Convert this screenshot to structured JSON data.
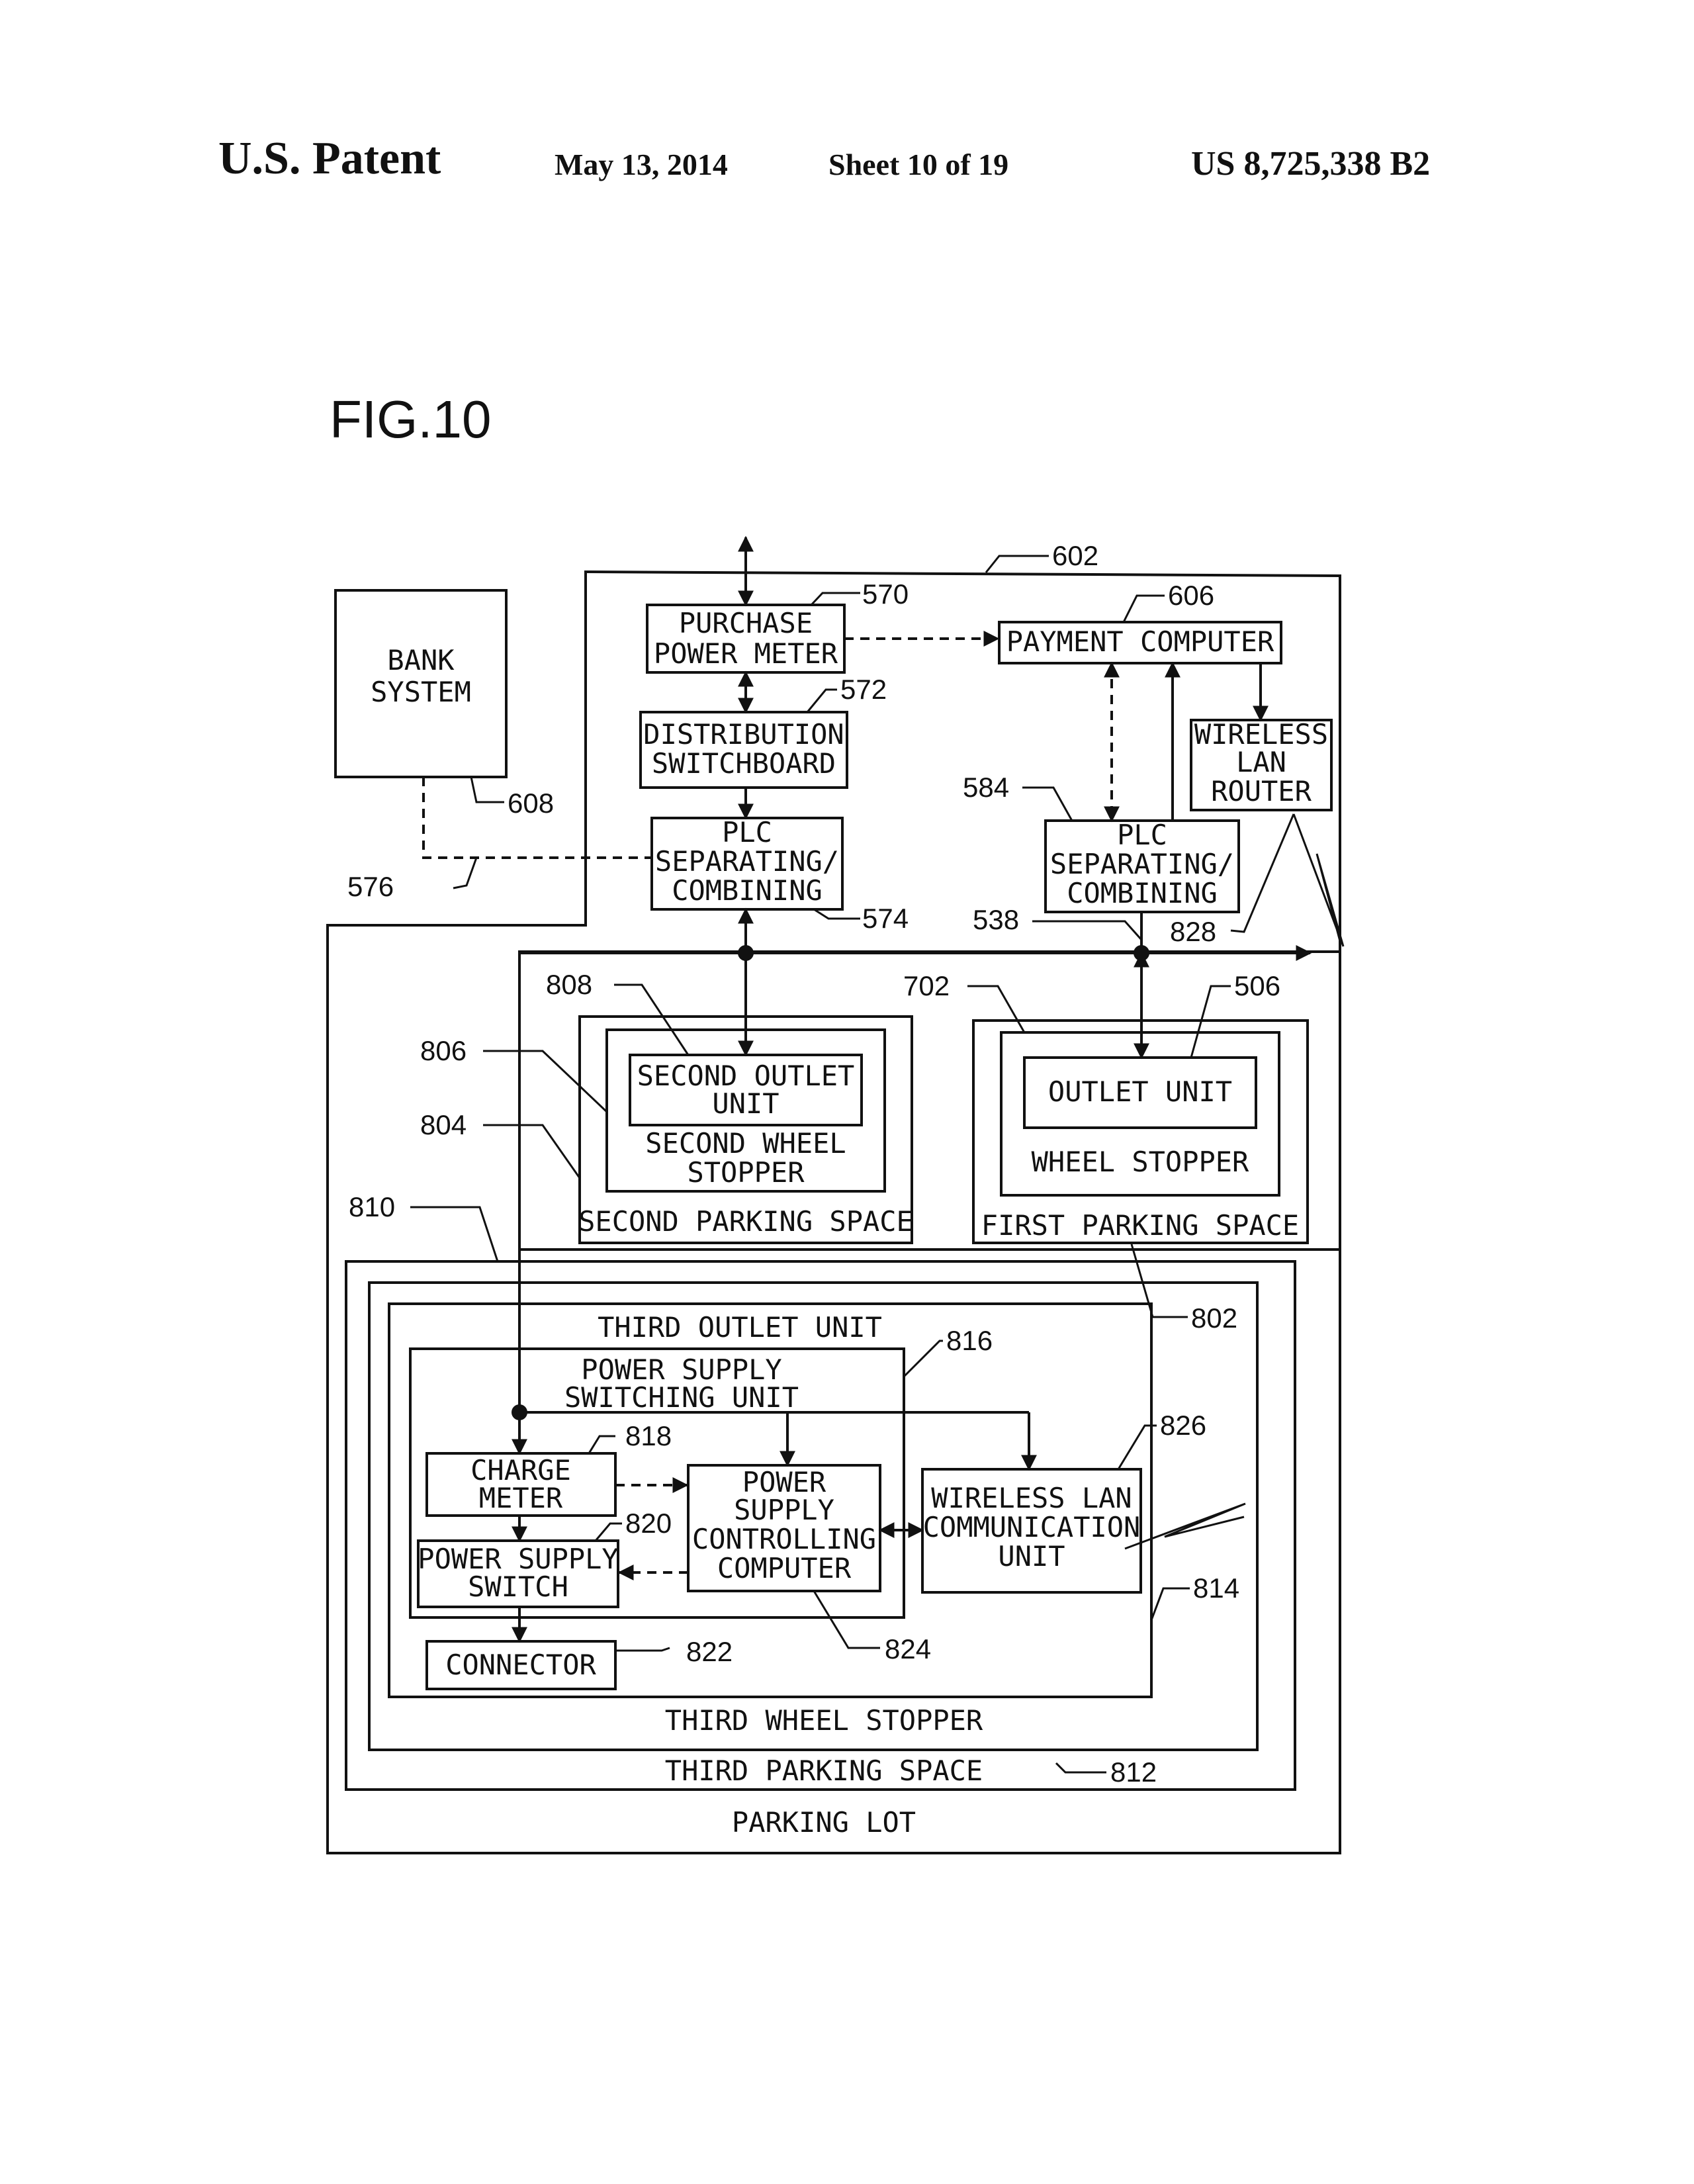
{
  "header": {
    "left": "U.S. Patent",
    "date": "May 13, 2014",
    "sheet": "Sheet 10 of 19",
    "patent_number": "US 8,725,338 B2"
  },
  "figure": {
    "title": "FIG.10"
  },
  "blocks": {
    "bank_system": [
      "BANK",
      "SYSTEM"
    ],
    "purchase_power_meter": [
      "PURCHASE",
      "POWER METER"
    ],
    "payment_computer": [
      "PAYMENT COMPUTER"
    ],
    "wireless_lan_router": [
      "WIRELESS",
      "LAN",
      "ROUTER"
    ],
    "distribution_switchboard": [
      "DISTRIBUTION",
      "SWITCHBOARD"
    ],
    "plc_left": [
      "PLC",
      "SEPARATING/",
      "COMBINING"
    ],
    "plc_right": [
      "PLC",
      "SEPARATING/",
      "COMBINING"
    ],
    "second_outlet_unit": [
      "SECOND OUTLET",
      "UNIT"
    ],
    "second_wheel_stopper": [
      "SECOND WHEEL",
      "STOPPER"
    ],
    "second_parking_space": "SECOND PARKING SPACE",
    "outlet_unit": "OUTLET UNIT",
    "wheel_stopper": "WHEEL STOPPER",
    "first_parking_space": "FIRST PARKING SPACE",
    "third_outlet_unit": "THIRD OUTLET UNIT",
    "power_supply_switching_unit": [
      "POWER SUPPLY",
      "SWITCHING UNIT"
    ],
    "charge_meter": [
      "CHARGE",
      "METER"
    ],
    "power_supply_controlling_computer": [
      "POWER",
      "SUPPLY",
      "CONTROLLING",
      "COMPUTER"
    ],
    "wireless_lan_communication_unit": [
      "WIRELESS LAN",
      "COMMUNICATION",
      "UNIT"
    ],
    "power_supply_switch": [
      "POWER SUPPLY",
      "SWITCH"
    ],
    "connector": "CONNECTOR",
    "third_wheel_stopper": "THIRD WHEEL STOPPER",
    "third_parking_space": "THIRD PARKING SPACE",
    "parking_lot": "PARKING LOT"
  },
  "refs": {
    "r602": "602",
    "r570": "570",
    "r606": "606",
    "r572": "572",
    "r608": "608",
    "r584": "584",
    "r576": "576",
    "r574": "574",
    "r538": "538",
    "r828": "828",
    "r808": "808",
    "r702": "702",
    "r506": "506",
    "r806": "806",
    "r804": "804",
    "r810": "810",
    "r802": "802",
    "r816": "816",
    "r818": "818",
    "r826": "826",
    "r820": "820",
    "r814": "814",
    "r822": "822",
    "r824": "824",
    "r812": "812"
  }
}
